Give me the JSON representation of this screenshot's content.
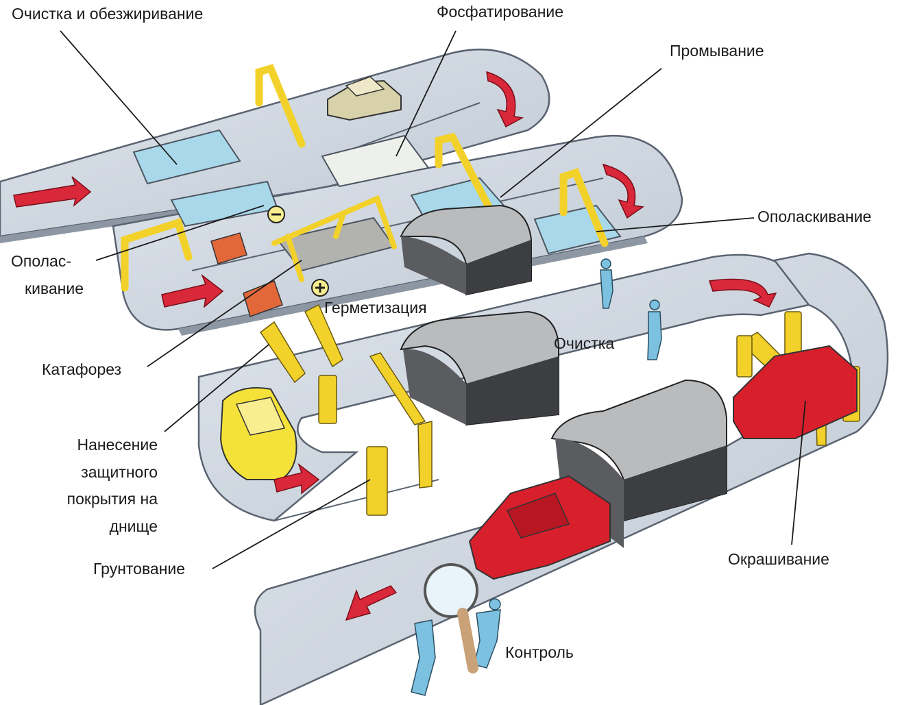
{
  "labels": {
    "cleaning_degreasing": "Очистка и обезжиривание",
    "phosphating": "Фосфатирование",
    "washing": "Промывание",
    "rinsing_right": "Ополаскивание",
    "rinsing_left_1": "Ополас-",
    "rinsing_left_2": "кивание",
    "sealing": "Герметизация",
    "cleaning": "Очистка",
    "cataphoresis": "Катафорез",
    "underbody_1": "Нанесение",
    "underbody_2": "защитного",
    "underbody_3": "покрытия на",
    "underbody_4": "днище",
    "priming": "Грунтование",
    "painting": "Окрашивание",
    "inspection": "Контроль"
  },
  "colors": {
    "conveyor": "#cfd6df",
    "conveyor_edge": "#5a6370",
    "tank_liquid": "#a9d8ea",
    "arrow": "#d8283a",
    "frame": "#f2d22a",
    "tunnel_dark": "#3c3e42",
    "tunnel_light": "#b9bbbd",
    "car_beige": "#d8d2aa",
    "car_yellow": "#f4e23a",
    "car_red": "#d81f2c",
    "worker": "#7cc1e0"
  },
  "icons": [
    "plus-icon",
    "minus-icon",
    "magnifier-icon",
    "arrow-icon"
  ]
}
